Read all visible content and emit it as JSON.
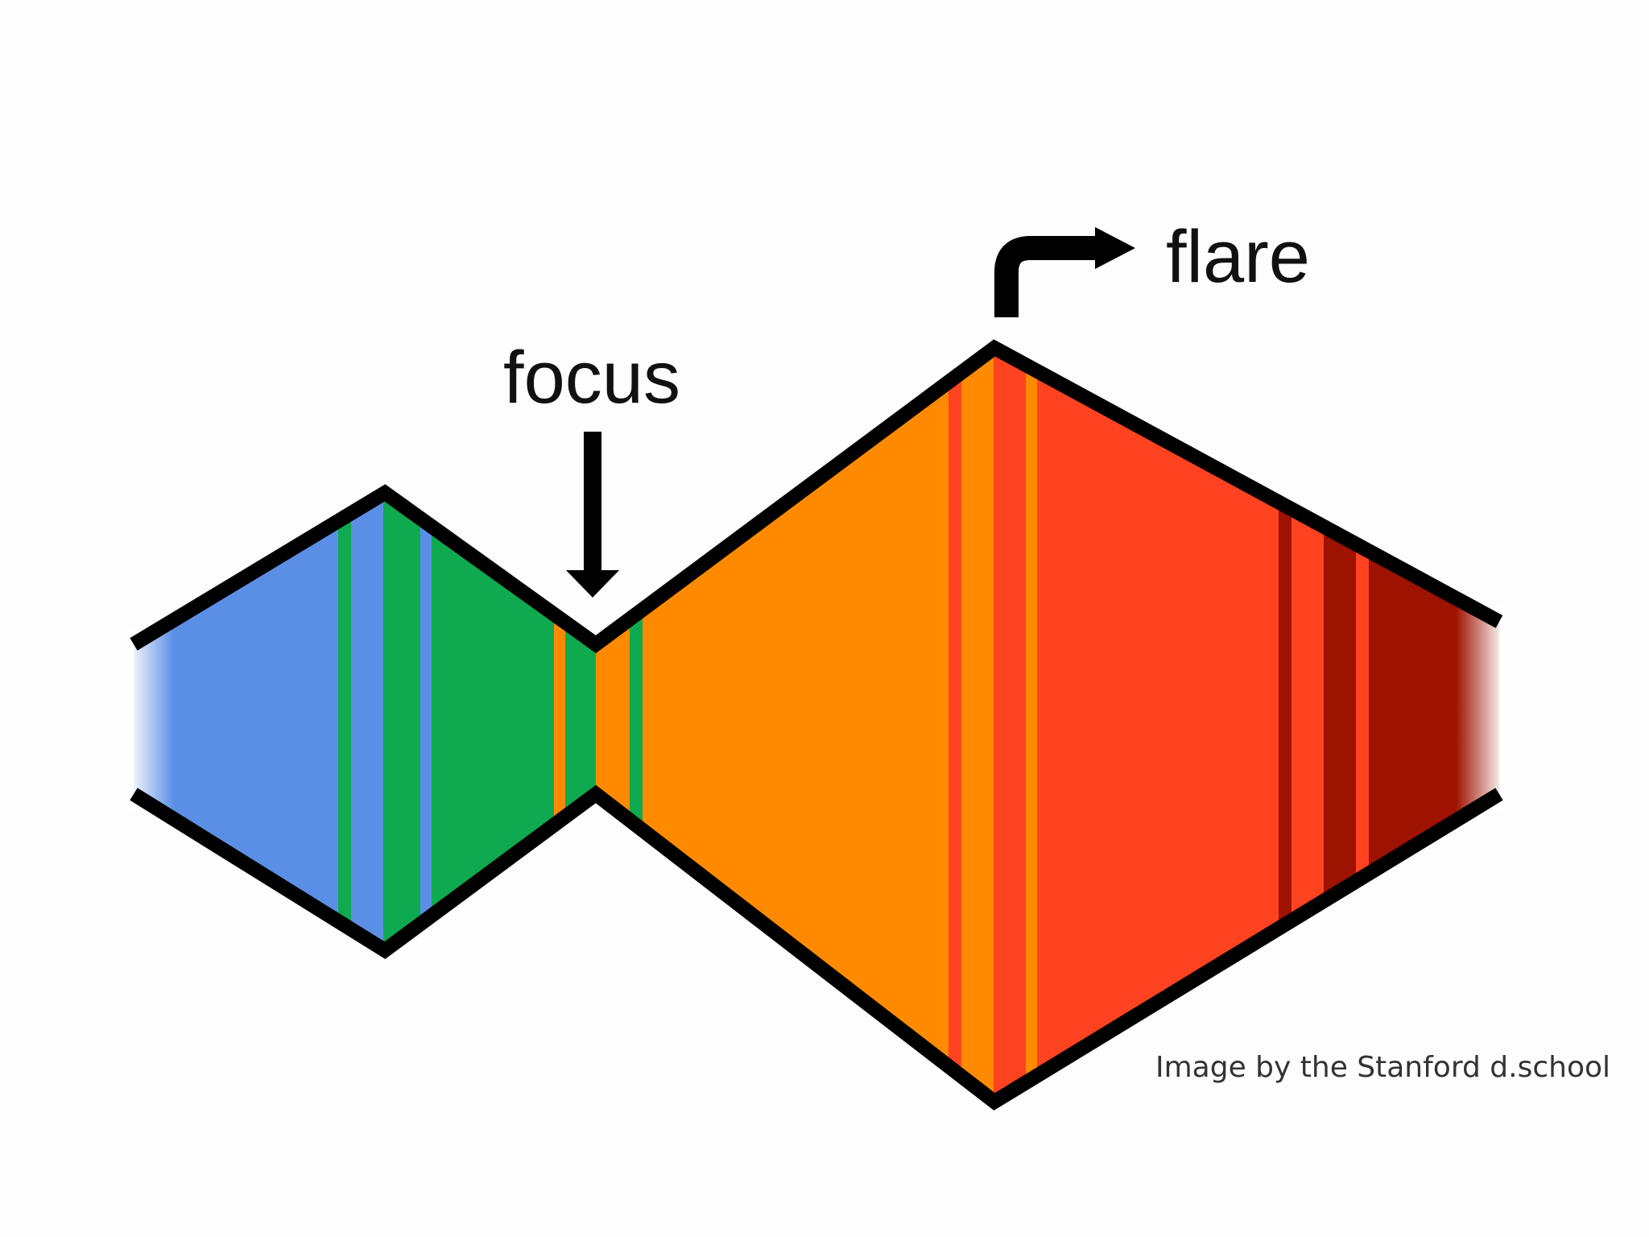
{
  "diagram": {
    "labels": {
      "focus": "focus",
      "flare": "flare"
    },
    "credit": "Image by the Stanford d.school",
    "colors": {
      "blue": "#5b8fe6",
      "green": "#0faa50",
      "orange": "#ff8a00",
      "red": "#ff4320",
      "dark_red": "#9e1200",
      "outline": "#000000"
    },
    "shapes": [
      "left-diamond",
      "right-diamond"
    ],
    "arrows": [
      "focus-down-arrow",
      "flare-turn-arrow"
    ]
  }
}
